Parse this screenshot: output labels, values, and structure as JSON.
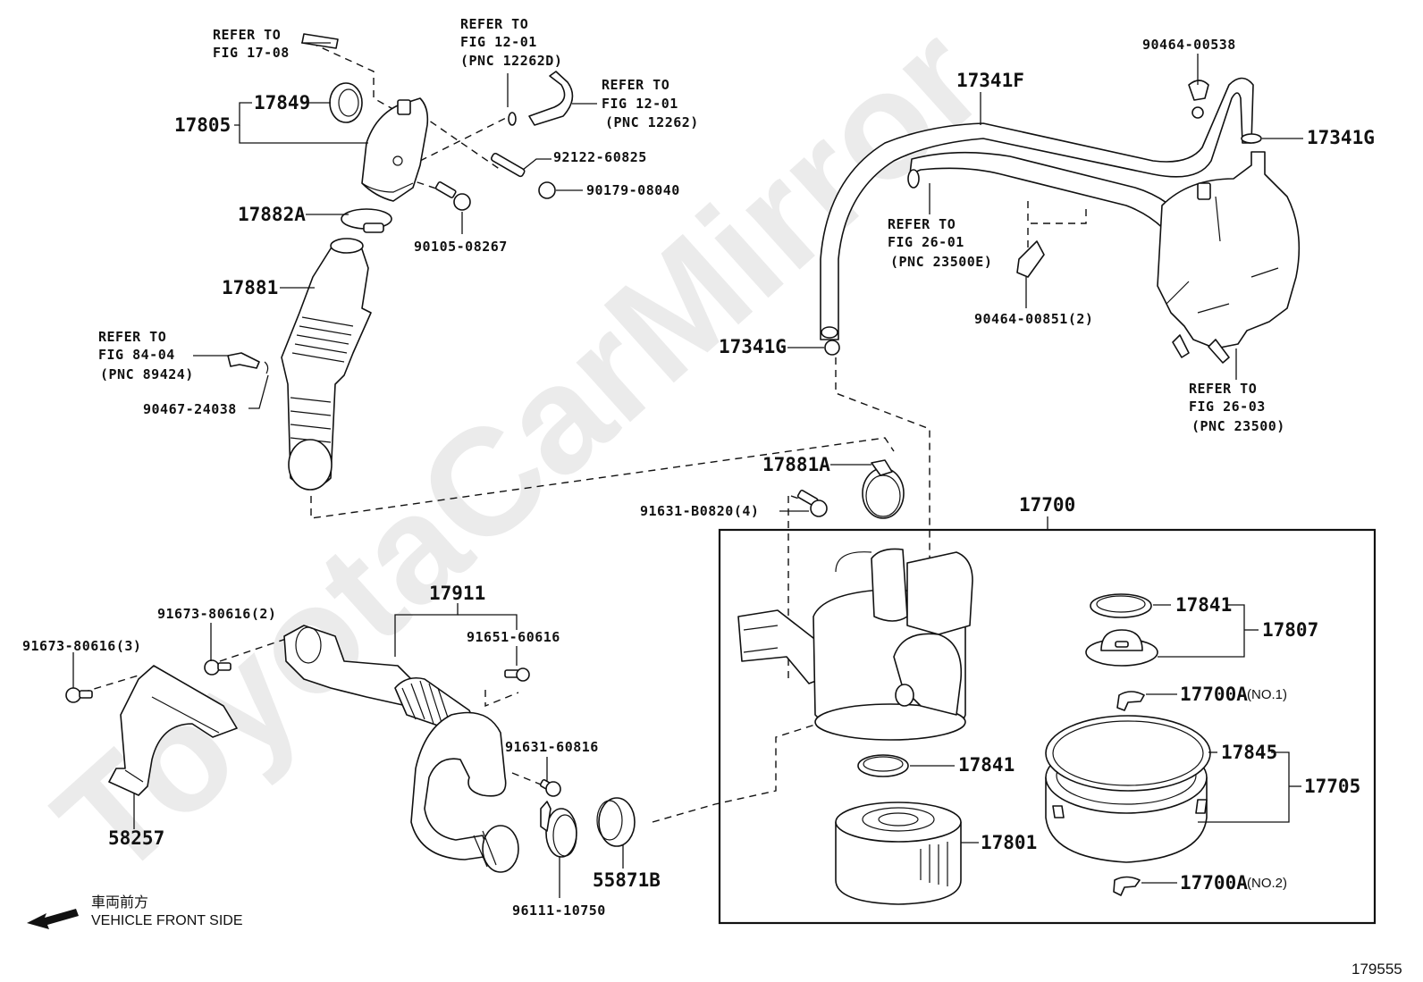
{
  "diagram": {
    "watermark": "ToyotaCarMirror",
    "figure_number": "179555",
    "direction_note": {
      "japanese": "車両前方",
      "english": "VEHICLE FRONT SIDE"
    },
    "assembly_box_label": "17700",
    "labels": {
      "p17805": "17805",
      "p17849": "17849",
      "p17882A": "17882A",
      "p17881": "17881",
      "p90467": "90467-24038",
      "p90105": "90105-08267",
      "p92122": "92122-60825",
      "p90179": "90179-08040",
      "p17341F": "17341F",
      "p90464_538": "90464-00538",
      "p17341G_top": "17341G",
      "p17341G_left": "17341G",
      "p90464_851": "90464-00851(2)",
      "p17881A": "17881A",
      "p91631_B0820": "91631-B0820(4)",
      "p17911": "17911",
      "p91673_2": "91673-80616(2)",
      "p91673_3": "91673-80616(3)",
      "p91651": "91651-60616",
      "p91631_60816": "91631-60816",
      "p58257": "58257",
      "p96111": "96111-10750",
      "p55871B": "55871B",
      "p17841_top": "17841",
      "p17807": "17807",
      "p17700A_1": "17700A",
      "p17700A_1_note": "(NO.1)",
      "p17845": "17845",
      "p17705": "17705",
      "p17841_mid": "17841",
      "p17801": "17801",
      "p17700A_2": "17700A",
      "p17700A_2_note": "(NO.2)"
    },
    "references": {
      "fig17_08": {
        "line1": "REFER TO",
        "line2": "FIG 17-08"
      },
      "fig12_01_d": {
        "line1": "REFER TO",
        "line2": "FIG 12-01",
        "line3": "(PNC 12262D)"
      },
      "fig12_01": {
        "line1": "REFER TO",
        "line2": "FIG 12-01",
        "line3": "(PNC 12262)"
      },
      "fig84_04": {
        "line1": "REFER TO",
        "line2": "FIG 84-04",
        "line3": "(PNC 89424)"
      },
      "fig26_01": {
        "line1": "REFER TO",
        "line2": "FIG 26-01",
        "line3": "(PNC 23500E)"
      },
      "fig26_03": {
        "line1": "REFER TO",
        "line2": "FIG 26-03",
        "line3": "(PNC 23500)"
      }
    }
  }
}
